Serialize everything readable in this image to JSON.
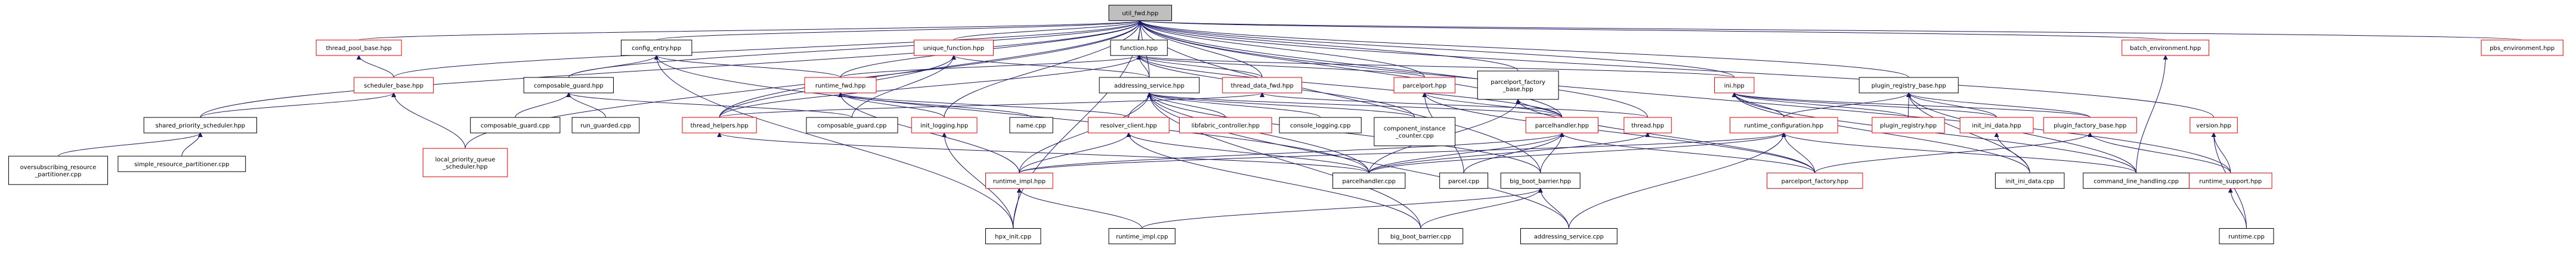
{
  "graph": {
    "edge_color": "#191970",
    "nodes": [
      {
        "id": "n0",
        "label": [
          "util_fwd.hpp"
        ],
        "style": "root"
      },
      {
        "id": "n1",
        "label": [
          "thread_pool_base.hpp"
        ],
        "style": "red"
      },
      {
        "id": "n2",
        "label": [
          "scheduler_base.hpp"
        ],
        "style": "red"
      },
      {
        "id": "n3",
        "label": [
          "shared_priority_scheduler.hpp"
        ],
        "style": "normal"
      },
      {
        "id": "n4",
        "label": [
          "oversubscribing_resource",
          "_partitioner.cpp"
        ],
        "style": "normal"
      },
      {
        "id": "n5",
        "label": [
          "simple_resource_partitioner.cpp"
        ],
        "style": "normal"
      },
      {
        "id": "n6",
        "label": [
          "local_priority_queue",
          "_scheduler.hpp"
        ],
        "style": "red"
      },
      {
        "id": "n7",
        "label": [
          "config_entry.hpp"
        ],
        "style": "normal"
      },
      {
        "id": "n8",
        "label": [
          "composable_guard.hpp"
        ],
        "style": "normal"
      },
      {
        "id": "n9",
        "label": [
          "composable_guard.cpp"
        ],
        "style": "normal"
      },
      {
        "id": "n10",
        "label": [
          "run_guarded.cpp"
        ],
        "style": "normal"
      },
      {
        "id": "n11",
        "label": [
          "unique_function.hpp"
        ],
        "style": "red"
      },
      {
        "id": "n12",
        "label": [
          "composable_guard.cpp"
        ],
        "style": "normal"
      },
      {
        "id": "n13",
        "label": [
          "function.hpp"
        ],
        "style": "normal"
      },
      {
        "id": "n14",
        "label": [
          "runtime_fwd.hpp"
        ],
        "style": "red"
      },
      {
        "id": "n15",
        "label": [
          "thread_helpers.hpp"
        ],
        "style": "red"
      },
      {
        "id": "n16",
        "label": [
          "init_logging.hpp"
        ],
        "style": "red"
      },
      {
        "id": "n17",
        "label": [
          "name.cpp"
        ],
        "style": "normal"
      },
      {
        "id": "n18",
        "label": [
          "addressing_service.hpp"
        ],
        "style": "normal"
      },
      {
        "id": "n19",
        "label": [
          "resolver_client.hpp"
        ],
        "style": "red"
      },
      {
        "id": "n20",
        "label": [
          "libfabric_controller.hpp"
        ],
        "style": "red"
      },
      {
        "id": "n21",
        "label": [
          "console_logging.cpp"
        ],
        "style": "normal"
      },
      {
        "id": "n22",
        "label": [
          "component_instance",
          "_counter.cpp"
        ],
        "style": "normal"
      },
      {
        "id": "n23",
        "label": [
          "thread_data_fwd.hpp"
        ],
        "style": "red"
      },
      {
        "id": "n24",
        "label": [
          "parcelport.hpp"
        ],
        "style": "red"
      },
      {
        "id": "n25",
        "label": [
          "parcelport_factory",
          "_base.hpp"
        ],
        "style": "normal"
      },
      {
        "id": "n26",
        "label": [
          "parcelhandler.hpp"
        ],
        "style": "red"
      },
      {
        "id": "n27",
        "label": [
          "thread.hpp"
        ],
        "style": "red"
      },
      {
        "id": "n28",
        "label": [
          "runtime_impl.hpp"
        ],
        "style": "red"
      },
      {
        "id": "n29",
        "label": [
          "parcelhandler.cpp"
        ],
        "style": "normal"
      },
      {
        "id": "n30",
        "label": [
          "parcel.cpp"
        ],
        "style": "normal"
      },
      {
        "id": "n31",
        "label": [
          "big_boot_barrier.hpp"
        ],
        "style": "normal"
      },
      {
        "id": "n32",
        "label": [
          "hpx_init.cpp"
        ],
        "style": "normal"
      },
      {
        "id": "n33",
        "label": [
          "runtime_impl.cpp"
        ],
        "style": "normal"
      },
      {
        "id": "n34",
        "label": [
          "big_boot_barrier.cpp"
        ],
        "style": "normal"
      },
      {
        "id": "n35",
        "label": [
          "addressing_service.cpp"
        ],
        "style": "normal"
      },
      {
        "id": "n36",
        "label": [
          "ini.hpp"
        ],
        "style": "red"
      },
      {
        "id": "n37",
        "label": [
          "runtime_configuration.hpp"
        ],
        "style": "red"
      },
      {
        "id": "n38",
        "label": [
          "parcelport_factory.hpp"
        ],
        "style": "red"
      },
      {
        "id": "n39",
        "label": [
          "plugin_registry_base.hpp"
        ],
        "style": "normal"
      },
      {
        "id": "n40",
        "label": [
          "plugin_registry.hpp"
        ],
        "style": "red"
      },
      {
        "id": "n41",
        "label": [
          "init_ini_data.hpp"
        ],
        "style": "red"
      },
      {
        "id": "n42",
        "label": [
          "plugin_factory_base.hpp"
        ],
        "style": "red"
      },
      {
        "id": "n43",
        "label": [
          "init_ini_data.cpp"
        ],
        "style": "normal"
      },
      {
        "id": "n44",
        "label": [
          "command_line_handling.cpp"
        ],
        "style": "normal"
      },
      {
        "id": "n45",
        "label": [
          "batch_environment.hpp"
        ],
        "style": "red"
      },
      {
        "id": "n46",
        "label": [
          "version.hpp"
        ],
        "style": "red"
      },
      {
        "id": "n47",
        "label": [
          "runtime_support.hpp"
        ],
        "style": "red"
      },
      {
        "id": "n48",
        "label": [
          "runtime.cpp"
        ],
        "style": "normal"
      },
      {
        "id": "n49",
        "label": [
          "pbs_environment.hpp"
        ],
        "style": "red"
      }
    ],
    "edges": [
      [
        "n0",
        "n1"
      ],
      [
        "n0",
        "n2"
      ],
      [
        "n0",
        "n3"
      ],
      [
        "n0",
        "n6"
      ],
      [
        "n0",
        "n7"
      ],
      [
        "n0",
        "n8"
      ],
      [
        "n0",
        "n11"
      ],
      [
        "n0",
        "n13"
      ],
      [
        "n0",
        "n14"
      ],
      [
        "n0",
        "n15"
      ],
      [
        "n0",
        "n16"
      ],
      [
        "n0",
        "n18"
      ],
      [
        "n0",
        "n23"
      ],
      [
        "n0",
        "n24"
      ],
      [
        "n0",
        "n25"
      ],
      [
        "n0",
        "n26"
      ],
      [
        "n0",
        "n27"
      ],
      [
        "n0",
        "n31"
      ],
      [
        "n0",
        "n32"
      ],
      [
        "n0",
        "n36"
      ],
      [
        "n0",
        "n39"
      ],
      [
        "n0",
        "n45"
      ],
      [
        "n0",
        "n46"
      ],
      [
        "n0",
        "n47"
      ],
      [
        "n0",
        "n49"
      ],
      [
        "n1",
        "n2"
      ],
      [
        "n2",
        "n3"
      ],
      [
        "n2",
        "n6"
      ],
      [
        "n3",
        "n4"
      ],
      [
        "n3",
        "n5"
      ],
      [
        "n7",
        "n8"
      ],
      [
        "n7",
        "n14"
      ],
      [
        "n7",
        "n29"
      ],
      [
        "n7",
        "n32"
      ],
      [
        "n8",
        "n9"
      ],
      [
        "n8",
        "n10"
      ],
      [
        "n8",
        "n12"
      ],
      [
        "n11",
        "n15"
      ],
      [
        "n11",
        "n12"
      ],
      [
        "n11",
        "n18"
      ],
      [
        "n13",
        "n14"
      ],
      [
        "n13",
        "n15"
      ],
      [
        "n13",
        "n18"
      ],
      [
        "n13",
        "n23"
      ],
      [
        "n13",
        "n24"
      ],
      [
        "n13",
        "n36"
      ],
      [
        "n13",
        "n22"
      ],
      [
        "n13",
        "n26"
      ],
      [
        "n14",
        "n16"
      ],
      [
        "n14",
        "n17"
      ],
      [
        "n14",
        "n28"
      ],
      [
        "n14",
        "n19"
      ],
      [
        "n15",
        "n29"
      ],
      [
        "n16",
        "n32"
      ],
      [
        "n18",
        "n19"
      ],
      [
        "n18",
        "n20"
      ],
      [
        "n18",
        "n21"
      ],
      [
        "n18",
        "n22"
      ],
      [
        "n18",
        "n26"
      ],
      [
        "n18",
        "n28"
      ],
      [
        "n18",
        "n29"
      ],
      [
        "n18",
        "n31"
      ],
      [
        "n18",
        "n34"
      ],
      [
        "n18",
        "n35"
      ],
      [
        "n19",
        "n28"
      ],
      [
        "n19",
        "n29"
      ],
      [
        "n19",
        "n34"
      ],
      [
        "n23",
        "n27"
      ],
      [
        "n23",
        "n15"
      ],
      [
        "n24",
        "n26"
      ],
      [
        "n24",
        "n38"
      ],
      [
        "n24",
        "n30"
      ],
      [
        "n25",
        "n26"
      ],
      [
        "n25",
        "n38"
      ],
      [
        "n25",
        "n29"
      ],
      [
        "n26",
        "n28"
      ],
      [
        "n26",
        "n29"
      ],
      [
        "n26",
        "n30"
      ],
      [
        "n26",
        "n31"
      ],
      [
        "n26",
        "n38"
      ],
      [
        "n27",
        "n29"
      ],
      [
        "n28",
        "n32"
      ],
      [
        "n28",
        "n33"
      ],
      [
        "n31",
        "n33"
      ],
      [
        "n31",
        "n34"
      ],
      [
        "n31",
        "n35"
      ],
      [
        "n36",
        "n37"
      ],
      [
        "n36",
        "n40"
      ],
      [
        "n36",
        "n41"
      ],
      [
        "n36",
        "n42"
      ],
      [
        "n36",
        "n43"
      ],
      [
        "n36",
        "n44"
      ],
      [
        "n37",
        "n28"
      ],
      [
        "n37",
        "n38"
      ],
      [
        "n37",
        "n29"
      ],
      [
        "n37",
        "n35"
      ],
      [
        "n37",
        "n44"
      ],
      [
        "n39",
        "n37"
      ],
      [
        "n39",
        "n40"
      ],
      [
        "n39",
        "n41"
      ],
      [
        "n39",
        "n42"
      ],
      [
        "n39",
        "n43"
      ],
      [
        "n39",
        "n44"
      ],
      [
        "n41",
        "n43"
      ],
      [
        "n42",
        "n38"
      ],
      [
        "n42",
        "n47"
      ],
      [
        "n45",
        "n44"
      ],
      [
        "n46",
        "n47"
      ],
      [
        "n46",
        "n48"
      ],
      [
        "n47",
        "n48"
      ]
    ]
  }
}
